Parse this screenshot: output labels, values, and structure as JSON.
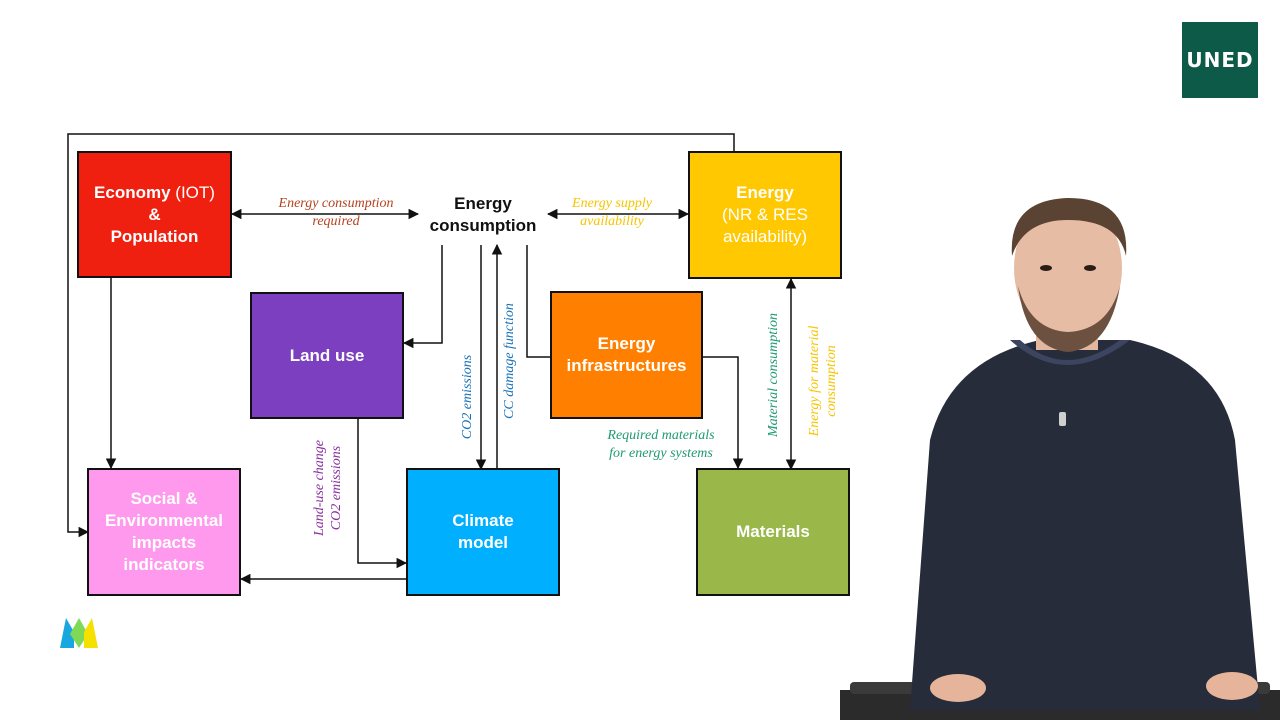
{
  "logo": {
    "text": "UNED"
  },
  "center": {
    "line1": "Energy",
    "line2": "consumption"
  },
  "boxes": {
    "economy": {
      "bold1": "Economy",
      "normal1": " (IOT)",
      "line2": "&",
      "line3": "Population",
      "color": "#f02010"
    },
    "energy": {
      "line1": "Energy",
      "line2": "(NR & RES",
      "line3": "availability)",
      "color": "#ffc800"
    },
    "land_use": {
      "label": "Land use",
      "color": "#7b3fbf"
    },
    "infra": {
      "line1": "Energy",
      "line2": "infrastructures",
      "color": "#ff8000"
    },
    "social": {
      "line1": "Social &",
      "line2": "Environmental",
      "line3": "impacts",
      "line4": "indicators",
      "color": "#ff99ee"
    },
    "climate": {
      "line1": "Climate",
      "line2": "model",
      "color": "#00b0ff"
    },
    "materials": {
      "label": "Materials",
      "color": "#9ab84a"
    }
  },
  "edge_labels": {
    "energy_required": {
      "line1": "Energy consumption",
      "line2": "required",
      "color": "#b5411e"
    },
    "energy_supply": {
      "line1": "Energy supply",
      "line2": "availability",
      "color": "#f5c400"
    },
    "co2_emissions": {
      "text": "CO2 emissions",
      "color": "#1a72b8"
    },
    "cc_damage": {
      "text": "CC damage function",
      "color": "#1a72b8"
    },
    "landuse_co2": {
      "line1": "Land-use change",
      "line2": "CO2 emissions",
      "color": "#8a2f9e"
    },
    "required_materials": {
      "line1": "Required materials",
      "line2": "for energy systems",
      "color": "#1e9a73"
    },
    "material_consumption": {
      "text": "Material consumption",
      "color": "#1e9a73"
    },
    "energy_material": {
      "line1": "Energy for material",
      "line2": "consumption",
      "color": "#f5c400"
    }
  },
  "colors": {
    "line": "#111111",
    "uned_green": "#0e5a48"
  }
}
